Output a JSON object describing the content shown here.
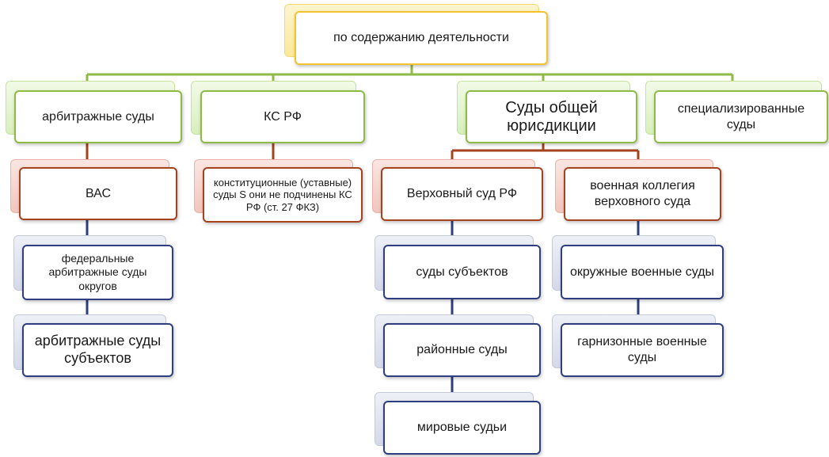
{
  "diagram": {
    "root": {
      "label": "по содержанию деятельности"
    },
    "branches": {
      "arbitration": {
        "label": "арбитражные суды"
      },
      "ks": {
        "label": "КС РФ"
      },
      "general": {
        "label": "Суды общей юрисдикции"
      },
      "special": {
        "label": "специализированные суды"
      }
    },
    "arbitration_children": {
      "vas": {
        "label": "ВАС"
      },
      "federal_districts": {
        "label": "федеральные арбитражные суды округов"
      },
      "subjects": {
        "label": "арбитражные суды субъектов"
      }
    },
    "ks_children": {
      "constitutional": {
        "label": "конституционные (уставные) суды  S они не подчинены КС РФ (ст. 27 ФКЗ)"
      }
    },
    "general_children": {
      "supreme": {
        "label": "Верховный суд РФ"
      },
      "military_board": {
        "label": "военная коллегия верховного суда"
      },
      "subject_courts": {
        "label": "суды субъектов"
      },
      "district_courts": {
        "label": "районные суды"
      },
      "magistrates": {
        "label": "мировые судьи"
      },
      "district_military": {
        "label": "окружные военные суды"
      },
      "garrison_military": {
        "label": "гарнизонные военные суды"
      }
    },
    "colors": {
      "root": "#f4c430",
      "level1": "#8dbb46",
      "level2_line": "#a4431d",
      "level3_line": "#2e3e7e"
    }
  }
}
